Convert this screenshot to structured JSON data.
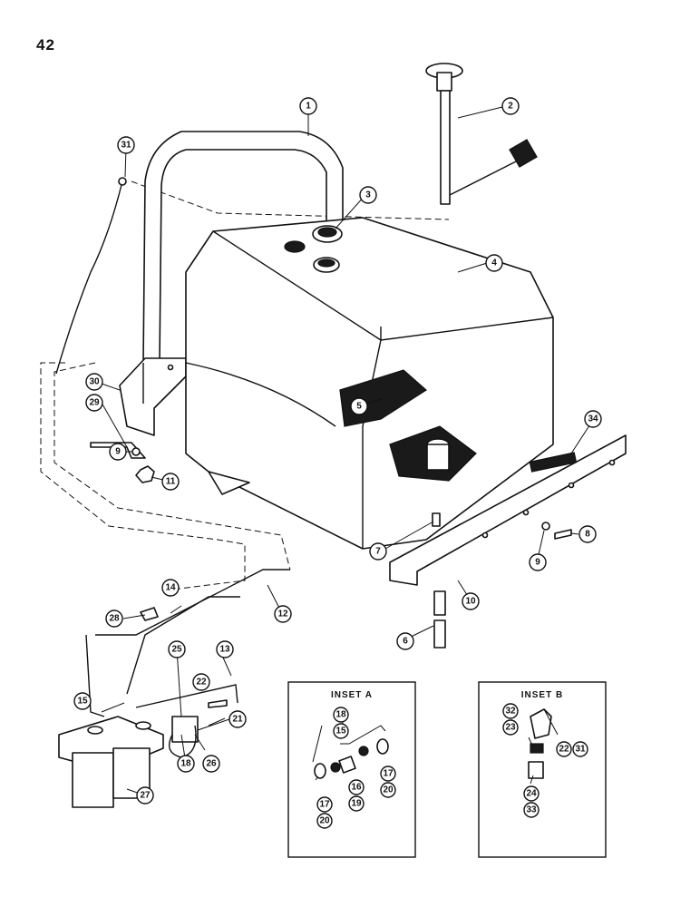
{
  "page_number": "42",
  "insets": [
    {
      "id": "A",
      "title": "INSET A"
    },
    {
      "id": "B",
      "title": "INSET B"
    }
  ],
  "callouts": {
    "c1": "1",
    "c2": "2",
    "c3": "3",
    "c4": "4",
    "c5": "5",
    "c6": "6",
    "c7": "7",
    "c8": "8",
    "c9a": "9",
    "c9b": "9",
    "c10": "10",
    "c11": "11",
    "c12": "12",
    "c13": "13",
    "c14": "14",
    "c15": "15",
    "c18": "18",
    "c21": "21",
    "c22": "22",
    "c25": "25",
    "c26": "26",
    "c27": "27",
    "c28": "28",
    "c29": "29",
    "c30": "30",
    "c31": "31",
    "c34": "34",
    "a18": "18",
    "a15": "15",
    "a16": "16",
    "a19": "19",
    "a17l": "17",
    "a20l": "20",
    "a17r": "17",
    "a20r": "20",
    "b32": "32",
    "b23": "23",
    "b22": "22",
    "b31": "31",
    "b24": "24",
    "b33": "33"
  }
}
